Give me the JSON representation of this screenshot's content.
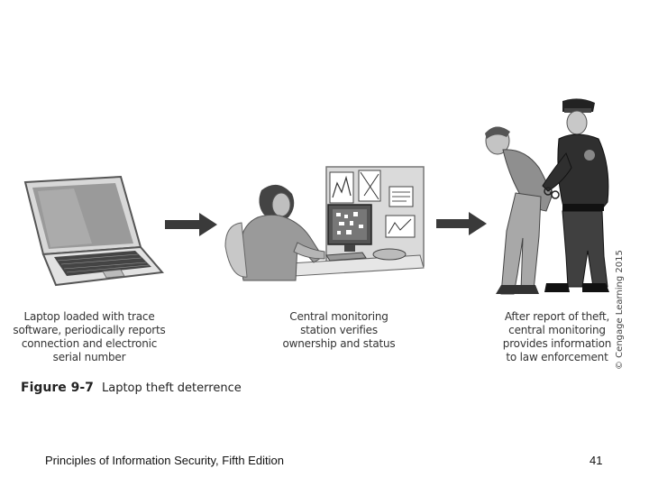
{
  "figure": {
    "number": "Figure 9-7",
    "title": "Laptop theft deterrence",
    "copyright": "© Cengage Learning 2015"
  },
  "steps": [
    {
      "icon": "laptop-icon",
      "caption": "Laptop loaded with trace\nsoftware, periodically reports\nconnection and electronic\nserial number"
    },
    {
      "icon": "monitoring-station-icon",
      "caption": "Central monitoring\nstation verifies\nownership and status"
    },
    {
      "icon": "police-arrest-icon",
      "caption": "After report of theft,\ncentral monitoring\nprovides information\nto law enforcement"
    }
  ],
  "footer": {
    "book_title": "Principles of Information Security, Fifth Edition",
    "page_number": "41"
  }
}
